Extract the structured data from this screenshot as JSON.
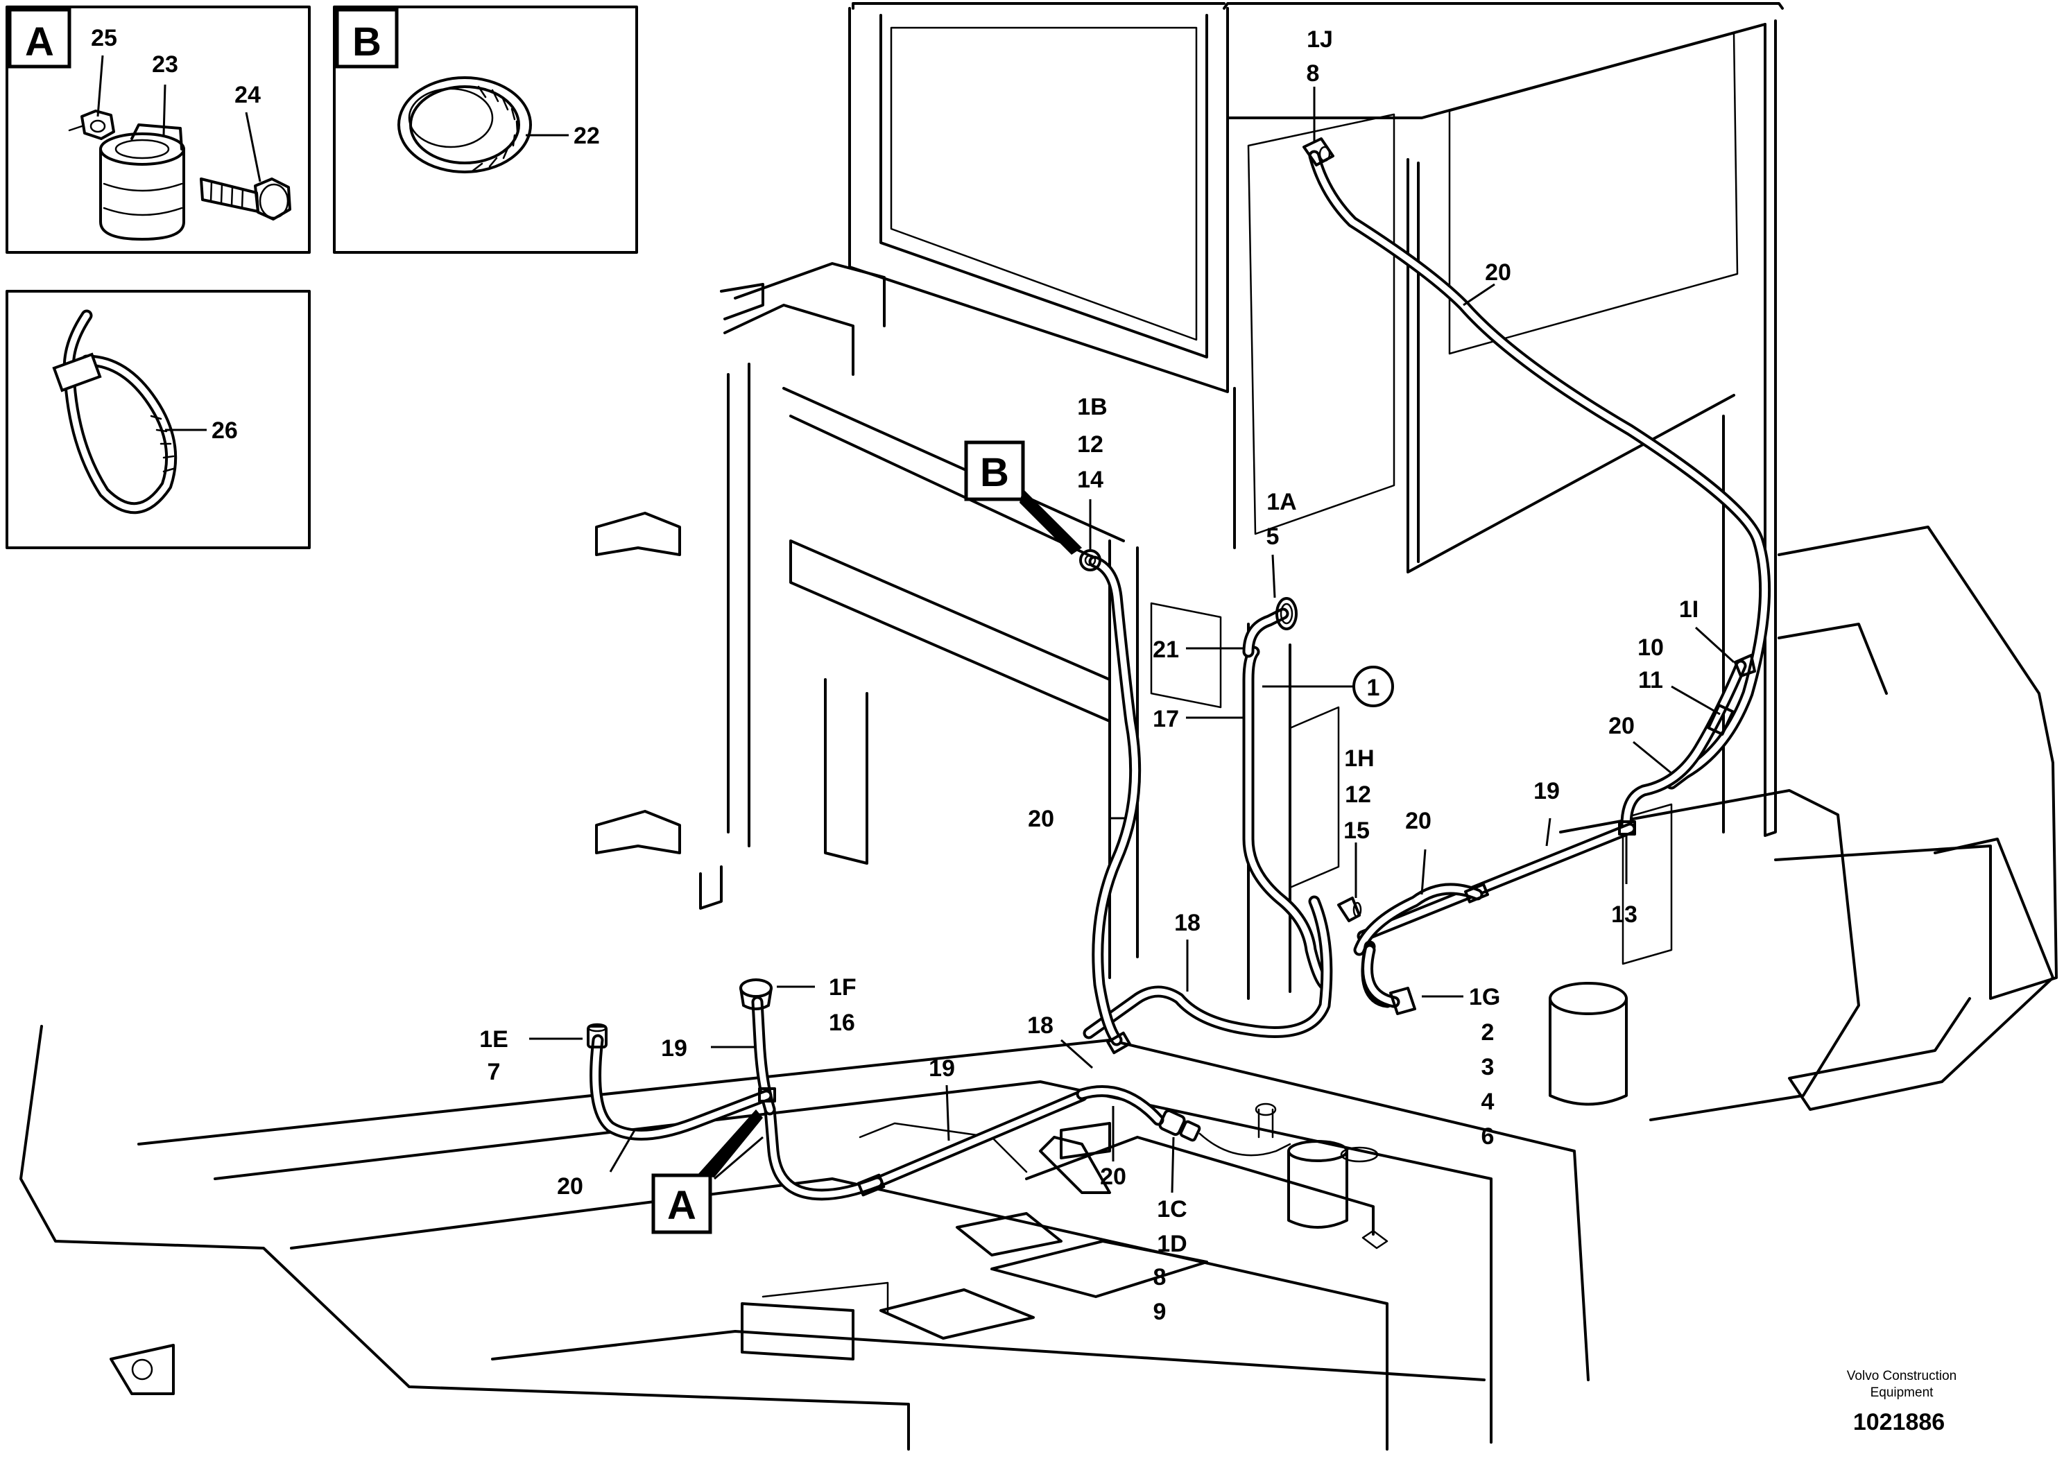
{
  "diagram": {
    "insets": [
      {
        "letter": "A",
        "parts": [
          "25",
          "23",
          "24"
        ]
      },
      {
        "letter": "B",
        "parts": [
          "22"
        ]
      },
      {
        "letter": "",
        "parts": [
          "26"
        ]
      }
    ],
    "callout_letters": {
      "a": "A",
      "b": "B"
    },
    "circle_ref": "1",
    "labels": {
      "l1J": "1J",
      "l8top": "8",
      "l20top": "20",
      "l1B": "1B",
      "l12a": "12",
      "l14": "14",
      "l1A": "1A",
      "l5": "5",
      "l21": "21",
      "l17": "17",
      "l1I": "1I",
      "l10": "10",
      "l11": "11",
      "l20right": "20",
      "l19right": "19",
      "l20mid": "20",
      "l1H": "1H",
      "l12b": "12",
      "l15": "15",
      "l20left": "20",
      "l13": "13",
      "l18a": "18",
      "l18b": "18",
      "l1G": "1G",
      "l2": "2",
      "l3": "3",
      "l4": "4",
      "l6": "6",
      "l1F": "1F",
      "l16": "16",
      "l1E": "1E",
      "l7": "7",
      "l19a": "19",
      "l19b": "19",
      "l20bl": "20",
      "l20bc": "20",
      "l1C": "1C",
      "l1D": "1D",
      "l8b": "8",
      "l9": "9"
    },
    "footer": {
      "company_line1": "Volvo Construction",
      "company_line2": "Equipment",
      "drawing_number": "1021886"
    }
  }
}
